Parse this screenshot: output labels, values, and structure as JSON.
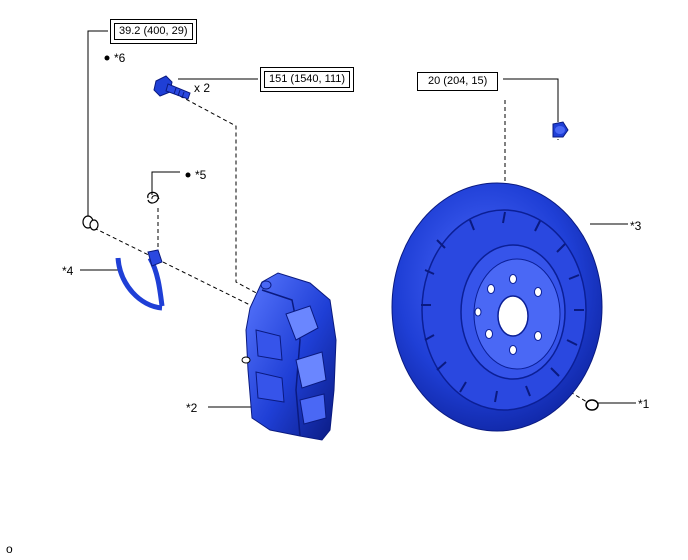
{
  "torque_specs": {
    "bleeder": "39.2 (400, 29)",
    "caliper_bolt": "151 (1540, 111)",
    "rotor_screw": "20 (204, 15)"
  },
  "quantity": {
    "caliper_bolt": "x 2"
  },
  "callouts": {
    "c1": "*1",
    "c2": "*2",
    "c3": "*3",
    "c4": "*4",
    "c5": "*5",
    "c6": "*6"
  },
  "corner_mark": "o",
  "colors": {
    "part": "#1f3fd6",
    "part_dark": "#0b1f96",
    "part_light": "#6a86ff",
    "line": "#000000"
  }
}
